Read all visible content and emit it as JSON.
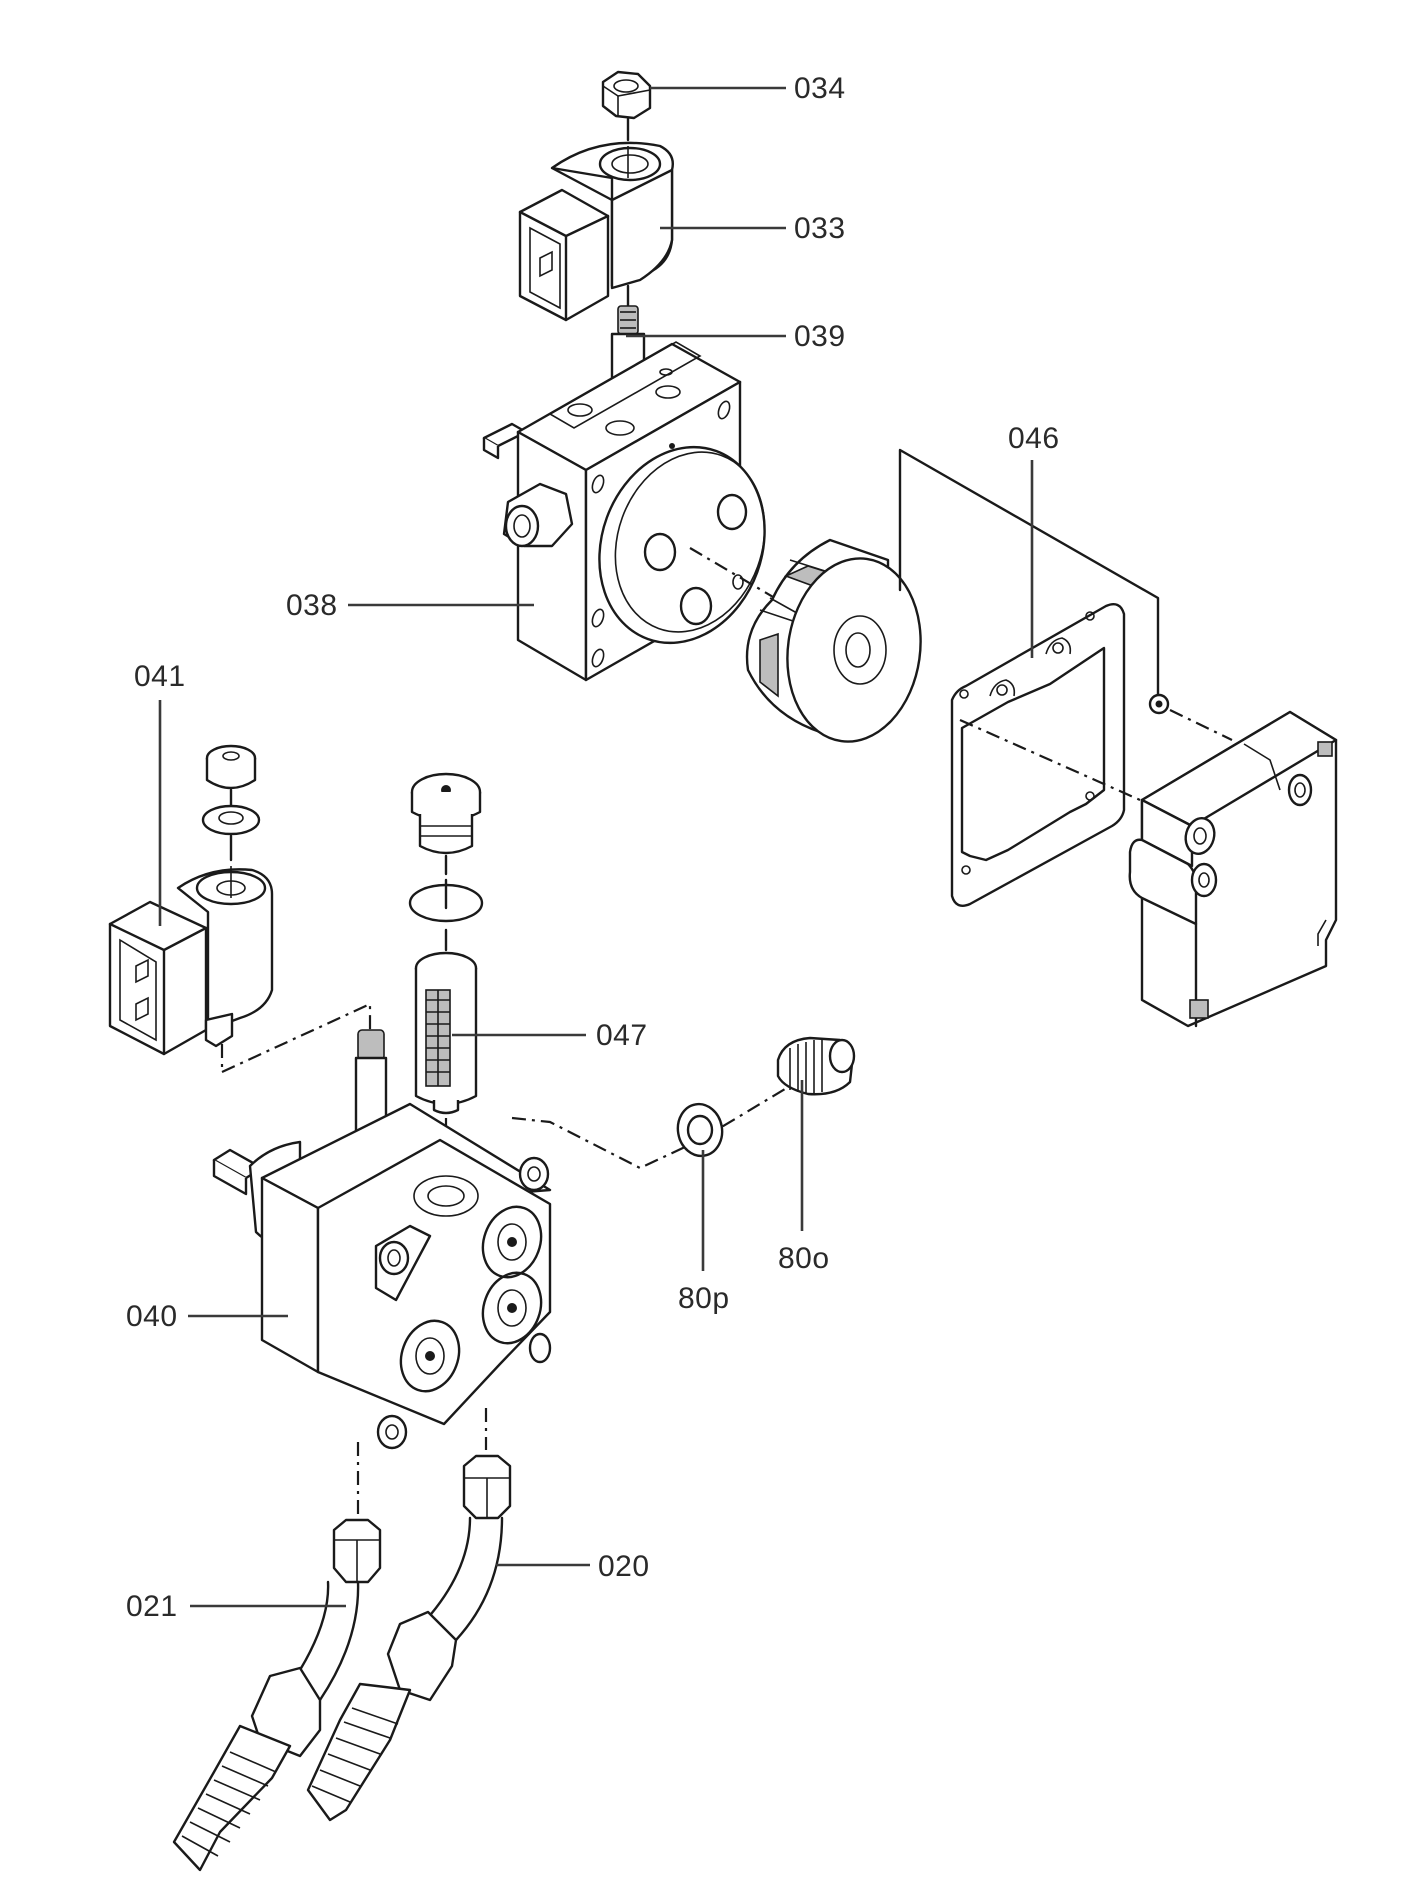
{
  "diagram": {
    "type": "exploded-parts-view",
    "background": "#ffffff",
    "line_color": "#1a1a1a",
    "labels": {
      "p034": "034",
      "p033": "033",
      "p039": "039",
      "p046": "046",
      "p038": "038",
      "p041": "041",
      "p047": "047",
      "p80o": "80o",
      "p80p": "80p",
      "p040": "040",
      "p020": "020",
      "p021": "021"
    },
    "parts": [
      {
        "ref": "034",
        "depicts": "hex nut"
      },
      {
        "ref": "033",
        "depicts": "solenoid coil"
      },
      {
        "ref": "039",
        "depicts": "valve stem"
      },
      {
        "ref": "038",
        "depicts": "oil pump with coupling"
      },
      {
        "ref": "046",
        "depicts": "gasket"
      },
      {
        "ref": "041",
        "depicts": "solenoid coil with nut and washer"
      },
      {
        "ref": "047",
        "depicts": "filter screen with plug and o-ring"
      },
      {
        "ref": "80p",
        "depicts": "seal ring"
      },
      {
        "ref": "80o",
        "depicts": "fitting nipple"
      },
      {
        "ref": "040",
        "depicts": "oil pump"
      },
      {
        "ref": "020",
        "depicts": "oil hose"
      },
      {
        "ref": "021",
        "depicts": "oil hose"
      }
    ]
  }
}
